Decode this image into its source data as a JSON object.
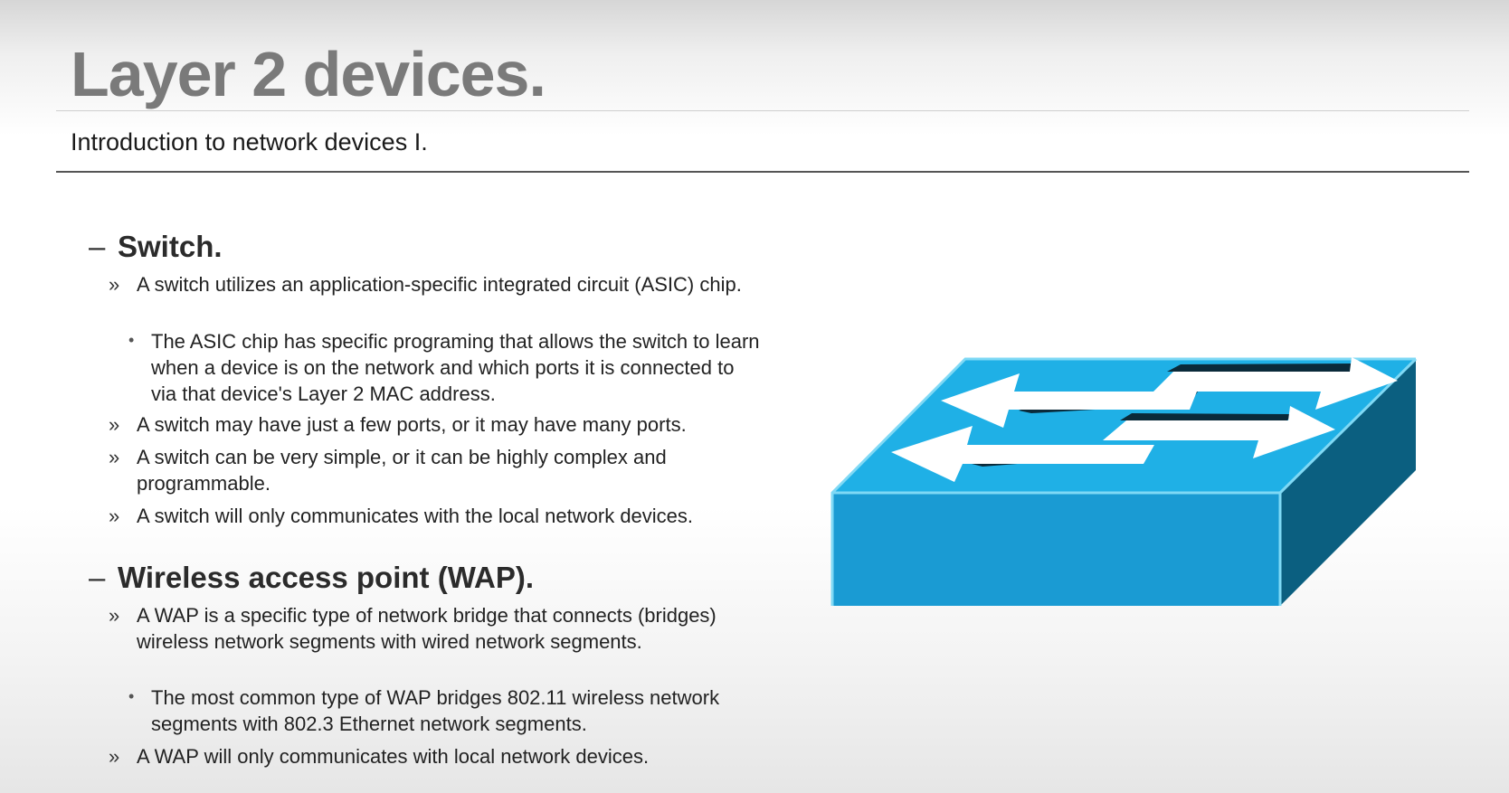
{
  "slide": {
    "title": "Layer 2 devices.",
    "subtitle": "Introduction to network devices I."
  },
  "sections": {
    "switch": {
      "dash": "–",
      "heading": "Switch.",
      "bullets": [
        {
          "marker": "»",
          "text": "A switch utilizes an application-specific integrated circuit (ASIC) chip."
        },
        {
          "marker": "•",
          "text": "The ASIC chip has specific programing that allows the switch to learn when a device is on the network and which ports it is connected to via that device's Layer 2 MAC address."
        },
        {
          "marker": "»",
          "text": "A switch may have just a few ports, or it may have many ports."
        },
        {
          "marker": "»",
          "text": "A switch can be very simple, or it can be highly complex and programmable."
        },
        {
          "marker": "»",
          "text": "A switch will only communicates with the local network devices."
        }
      ]
    },
    "wap": {
      "dash": "–",
      "heading": "Wireless access point (WAP).",
      "bullets": [
        {
          "marker": "»",
          "text": "A WAP is a specific type of network bridge that connects (bridges) wireless network segments with wired network segments."
        },
        {
          "marker": "•",
          "text": "The most common type of WAP bridges 802.11 wireless network segments with 802.3 Ethernet network segments."
        },
        {
          "marker": "»",
          "text": "A WAP will only communicates with local network devices."
        }
      ]
    }
  },
  "figure": {
    "icon": "network-switch-icon",
    "colors": {
      "top": "#1fb0e6",
      "front": "#1a9bd3",
      "side": "#0b5f80",
      "edge": "#7fd9f5",
      "arrow": "#ffffff"
    }
  }
}
